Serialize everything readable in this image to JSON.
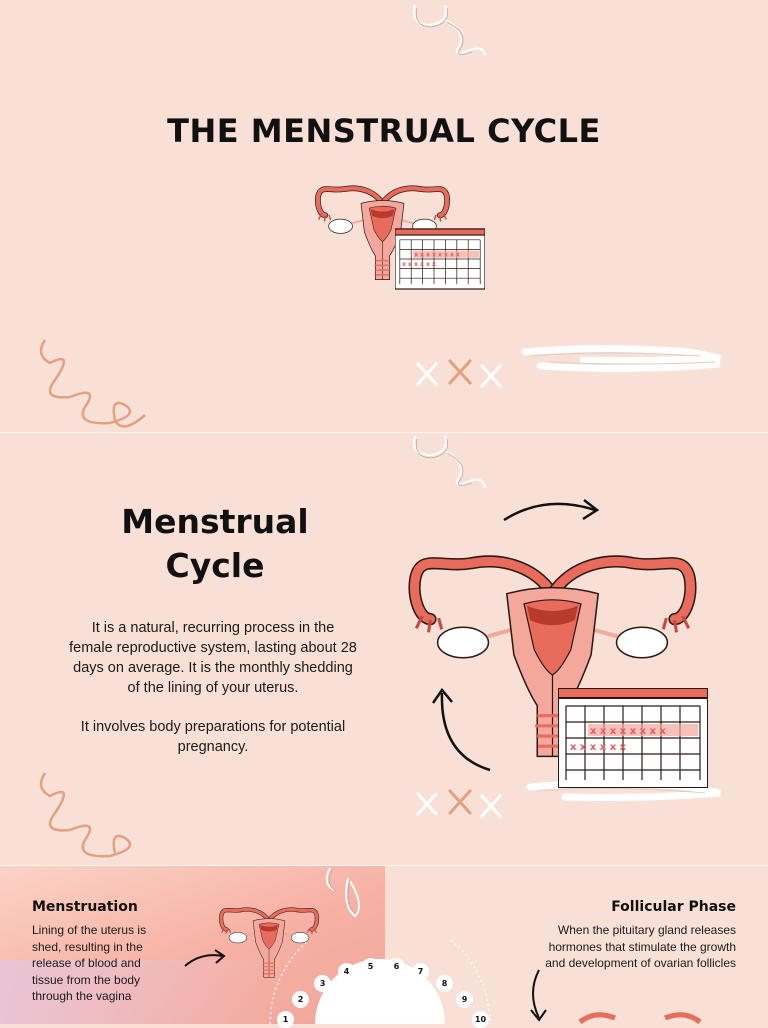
{
  "slide1": {
    "title": "THE MENSTRUAL CYCLE"
  },
  "slide2": {
    "title_line1": "Menstrual",
    "title_line2": "Cycle",
    "paragraph1": "It is a natural, recurring process in the female reproductive system, lasting about 28 days on average. It is the monthly shedding of the lining of your uterus.",
    "paragraph2": "It involves body preparations for potential pregnancy."
  },
  "slide3": {
    "menstruation": {
      "heading": "Menstruation",
      "text": "Lining of the uterus is shed, resulting in the release of blood and tissue from the body through the vagina"
    },
    "follicular": {
      "heading": "Follicular Phase",
      "text": "When the pituitary gland releases hormones that stimulate the growth and development of ovarian follicles"
    },
    "cycle_days": [
      "1",
      "2",
      "3",
      "4",
      "5",
      "6",
      "7",
      "8",
      "9",
      "10"
    ]
  },
  "colors": {
    "background": "#f9e0d6",
    "uterus": "#e86b5c",
    "uterus_light": "#f4a79b",
    "calendar_mark": "#e85a5a",
    "scribble": "#e2a07f"
  },
  "icons": [
    "uterus-illustration",
    "calendar-icon",
    "arrow-icon",
    "x-mark-icon",
    "scribble-decoration",
    "brush-stroke-decoration"
  ]
}
